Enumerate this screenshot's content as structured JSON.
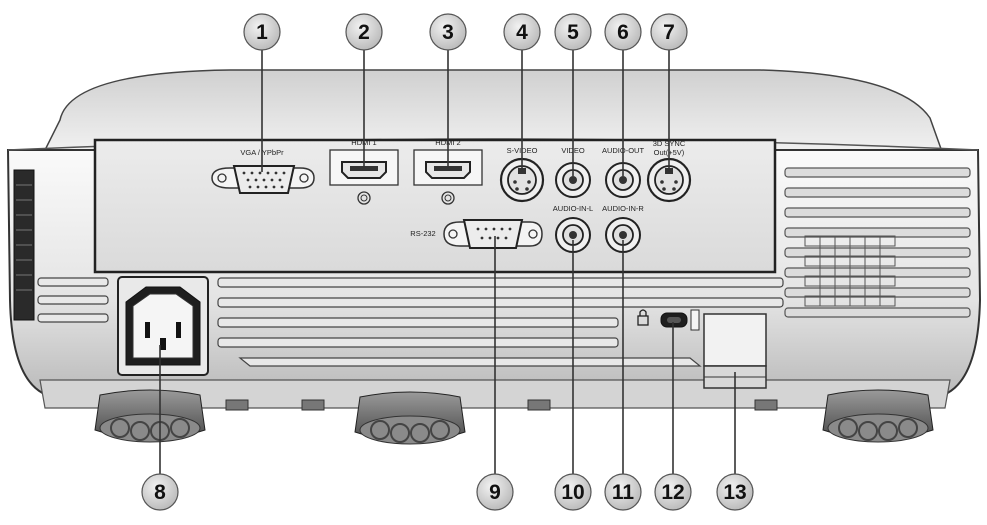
{
  "diagram": {
    "port_labels": {
      "vga": "VGA / YPbPr",
      "hdmi1": "HDMI 1",
      "hdmi2": "HDMI 2",
      "svideo": "S-VIDEO",
      "video": "VIDEO",
      "audio_out": "AUDIO-OUT",
      "sync_line1": "3D SYNC",
      "sync_line2": "Out(+5V)",
      "rs232": "RS-232",
      "audio_in_l": "AUDIO-IN-L",
      "audio_in_r": "AUDIO-IN-R"
    },
    "callouts": [
      "1",
      "2",
      "3",
      "4",
      "5",
      "6",
      "7",
      "8",
      "9",
      "10",
      "11",
      "12",
      "13"
    ],
    "colors": {
      "callout_fill": "#d7d7d7",
      "body_light": "#f1f1f1",
      "body_mid": "#c8c8c8",
      "panel_dark": "#2b2b2b"
    },
    "icons": [
      "lock-icon"
    ]
  }
}
